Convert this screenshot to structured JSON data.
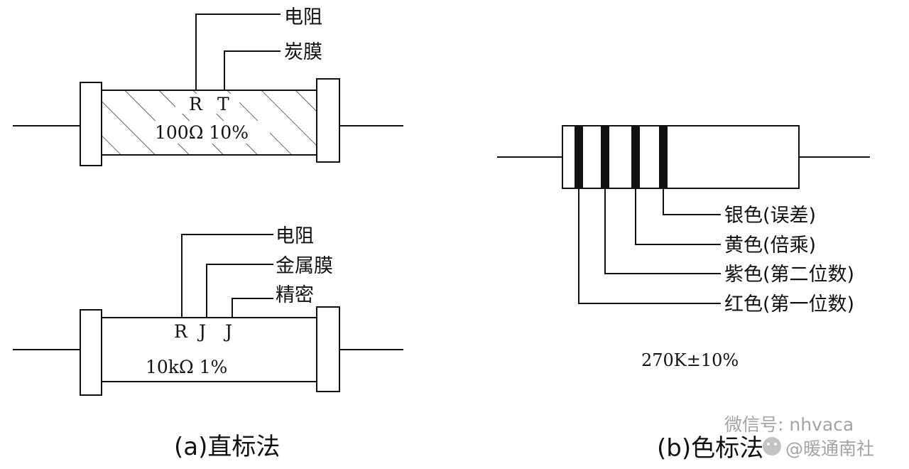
{
  "diagram_a": {
    "caption": "(a)直标法",
    "top": {
      "labels": {
        "resistor": "电阻",
        "carbon_film": "炭膜"
      },
      "code": {
        "r": "R",
        "t": "T"
      },
      "value": "100Ω 10%"
    },
    "bottom": {
      "labels": {
        "resistor": "电阻",
        "metal_film": "金属膜",
        "precision": "精密"
      },
      "code": {
        "r": "R",
        "j1": "J",
        "j2": "J"
      },
      "value": "10kΩ 1%"
    }
  },
  "diagram_b": {
    "caption": "(b)色标法",
    "bands": [
      {
        "label": "银色(误差)",
        "color": "#111111"
      },
      {
        "label": "黄色(倍乘)",
        "color": "#111111"
      },
      {
        "label": "紫色(第二位数)",
        "color": "#111111"
      },
      {
        "label": "红色(第一位数)",
        "color": "#111111"
      }
    ],
    "value": "270K±10%"
  },
  "watermark": {
    "line1": "微信号: nhvaca",
    "line2": "@暖通南社"
  }
}
